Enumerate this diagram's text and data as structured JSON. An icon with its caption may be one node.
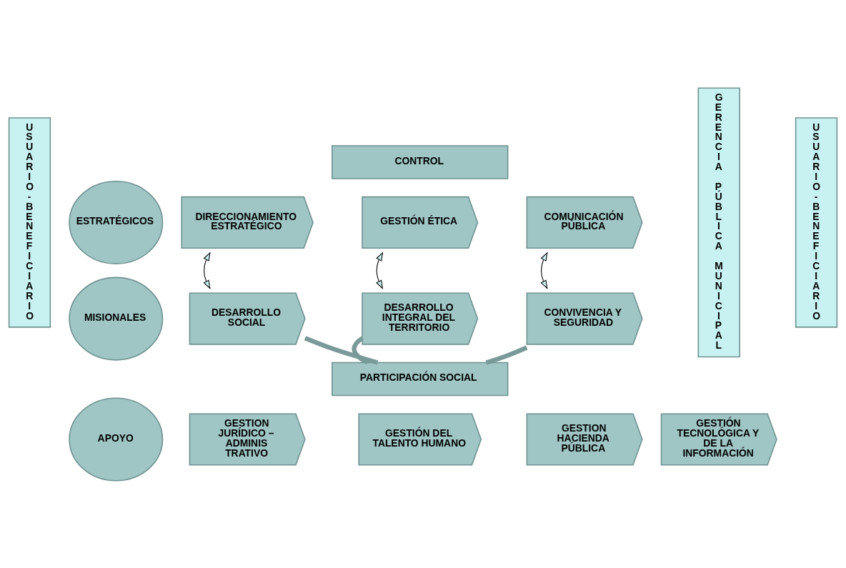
{
  "diagram": {
    "nodes": [
      {
        "text": [
          "USUARIO-BENEFICIARIO"
        ]
      },
      {
        "text": [
          "CONTROL"
        ]
      },
      {
        "text": [
          "GERENCIA PÚBLICA MUNICIPAL"
        ]
      },
      {
        "text": [
          "USUARIO-BENEFICIARIO"
        ]
      },
      {
        "text": [
          "ESTRATÉGICOS"
        ]
      },
      {
        "text": [
          "DIRECCIONAMIENTO ESTRATÉGICO"
        ]
      },
      {
        "text": [
          "GESTIÓN ÉTICA"
        ]
      },
      {
        "text": [
          "COMUNICACIÓN PÚBLICA"
        ]
      },
      {
        "text": [
          "MISIONALES"
        ]
      },
      {
        "text": [
          "DESARROLLO SOCIAL"
        ]
      },
      {
        "text": [
          "DESARROLLO INTEGRAL DEL TERRITORIO"
        ]
      },
      {
        "text": [
          "CONVIVENCIA Y SEGURIDAD"
        ]
      },
      {
        "text": [
          "PARTICIPACIÓN SOCIAL"
        ]
      },
      {
        "text": [
          "APOYO"
        ]
      },
      {
        "text": [
          "GESTION JURÍDICO – ADMINIS TRATIVO"
        ]
      },
      {
        "text": [
          "GESTIÓN DEL TALENTO HUMANO"
        ]
      },
      {
        "text": [
          "GESTION HACIENDA PÚBLICA"
        ]
      },
      {
        "text": [
          "GESTIÓN TECNOLÓGICA Y DE LA INFORMACIÓN"
        ]
      }
    ],
    "edges": [
      {
        "from": 5,
        "to": 9,
        "arrow": "both"
      },
      {
        "from": 6,
        "to": 10,
        "arrow": "both"
      },
      {
        "from": 7,
        "to": 11,
        "arrow": "both"
      },
      {
        "from": 9,
        "to": 12,
        "arrow": "none",
        "style": "thick",
        "color": "#7a9a99"
      },
      {
        "from": 10,
        "to": 12,
        "arrow": "none",
        "style": "thick",
        "color": "#7a9a99"
      },
      {
        "from": 11,
        "to": 12,
        "arrow": "none",
        "style": "thick",
        "color": "#7a9a99"
      }
    ]
  }
}
